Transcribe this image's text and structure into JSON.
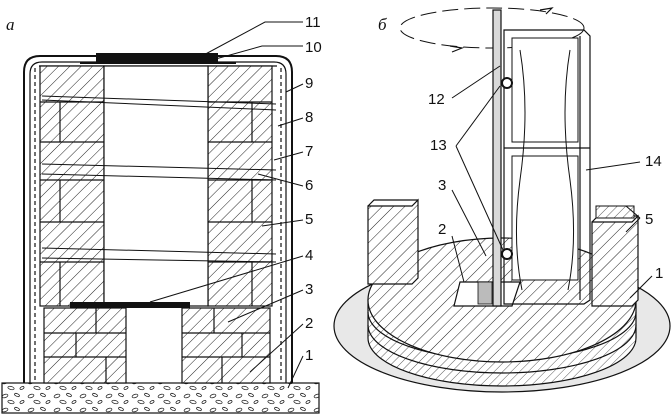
{
  "panels": {
    "left": "а",
    "right": "б"
  },
  "left_labels": [
    "11",
    "10",
    "9",
    "8",
    "7",
    "6",
    "5",
    "4",
    "3",
    "2",
    "1"
  ],
  "right_labels": {
    "l12": "12",
    "l13": "13",
    "l3": "3",
    "l2": "2",
    "l14": "14",
    "l5": "5",
    "l1": "1"
  }
}
